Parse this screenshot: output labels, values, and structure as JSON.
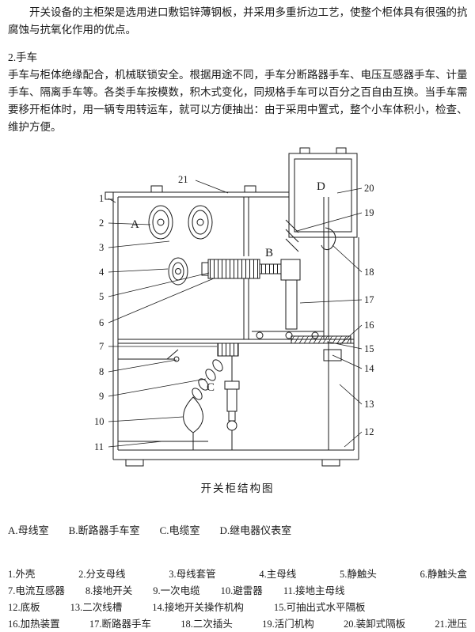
{
  "doc": {
    "intro": "开关设备的主柜架是选用进口敷铝锌薄钢板，并采用多重折边工艺，使整个柜体具有很强的抗腐蚀与抗氧化作用的优点。",
    "section": {
      "heading": "2.手车",
      "body": "手车与柜体绝缘配合，机械联锁安全。根据用途不同，手车分断路器手车、电压互感器手车、计量手车、隔离手车等。各类手车按模数，积木式变化，同规格手车可以百分之百自由互换。当手车需要移开柜体时，用一辆专用转运车，就可以方便抽出：由于采用中置式，整个小车体积小，检查、维护方便。"
    },
    "figure": {
      "caption": "开关柜结构图",
      "compartments": [
        {
          "id": "A",
          "name": "母线室"
        },
        {
          "id": "B",
          "name": "断路器手车室"
        },
        {
          "id": "C",
          "name": "电缆室"
        },
        {
          "id": "D",
          "name": "继电器仪表室"
        }
      ],
      "parts": [
        {
          "num": "1",
          "name": "外壳"
        },
        {
          "num": "2",
          "name": "分支母线"
        },
        {
          "num": "3",
          "name": "母线套管"
        },
        {
          "num": "4",
          "name": "主母线"
        },
        {
          "num": "5",
          "name": "静触头"
        },
        {
          "num": "6",
          "name": "静触头盒"
        },
        {
          "num": "7",
          "name": "电流互感器"
        },
        {
          "num": "8",
          "name": "接地开关"
        },
        {
          "num": "9",
          "name": "一次电缆"
        },
        {
          "num": "10",
          "name": "避雷器"
        },
        {
          "num": "11",
          "name": "接地主母线"
        },
        {
          "num": "12",
          "name": "底板"
        },
        {
          "num": "13",
          "name": "二次线槽"
        },
        {
          "num": "14",
          "name": "接地开关操作机构"
        },
        {
          "num": "15",
          "name": "可抽出式水平隔板"
        },
        {
          "num": "16",
          "name": "加热装置"
        },
        {
          "num": "17",
          "name": "断路器手车"
        },
        {
          "num": "18",
          "name": "二次插头"
        },
        {
          "num": "19",
          "name": "活门机构"
        },
        {
          "num": "20",
          "name": "装卸式隔板"
        },
        {
          "num": "21",
          "name": "泄压"
        }
      ],
      "parts_rows": [
        [
          0,
          6
        ],
        [
          6,
          11
        ],
        [
          11,
          15
        ],
        [
          15,
          21
        ]
      ]
    },
    "ink_color": "#1a1a1a"
  }
}
